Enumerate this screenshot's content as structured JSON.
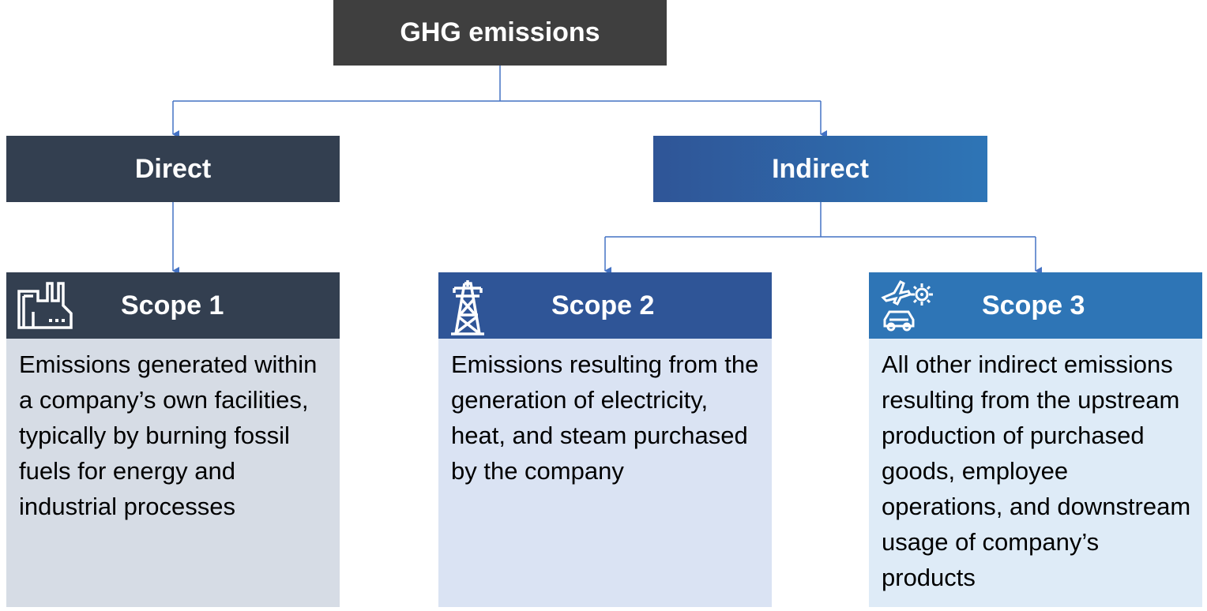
{
  "colors": {
    "root": "#3f3f3f",
    "direct": "#333f50",
    "indirect_start": "#2f5597",
    "indirect_end": "#2e75b6",
    "scope1_head": "#333f50",
    "scope2_head": "#2f5597",
    "scope3_head": "#2e75b6",
    "scope1_body": "#d6dce5",
    "scope2_body": "#dae3f3",
    "scope3_body": "#deebf7",
    "connector": "#4472c4"
  },
  "root": {
    "label": "GHG emissions"
  },
  "categories": {
    "direct": {
      "label": "Direct"
    },
    "indirect": {
      "label": "Indirect"
    }
  },
  "scopes": [
    {
      "title": "Scope 1",
      "icon": "factory-icon",
      "description": "Emissions generated within a company’s own facilities, typically by burning fossil fuels for energy and industrial processes"
    },
    {
      "title": "Scope 2",
      "icon": "power-tower-icon",
      "description": "Emissions resulting from the generation of electricity, heat, and steam purchased by the company"
    },
    {
      "title": "Scope 3",
      "icon": "transport-icon",
      "description": "All other indirect emissions resulting from the upstream production of purchased goods, employee operations, and downstream usage of company’s products"
    }
  ]
}
